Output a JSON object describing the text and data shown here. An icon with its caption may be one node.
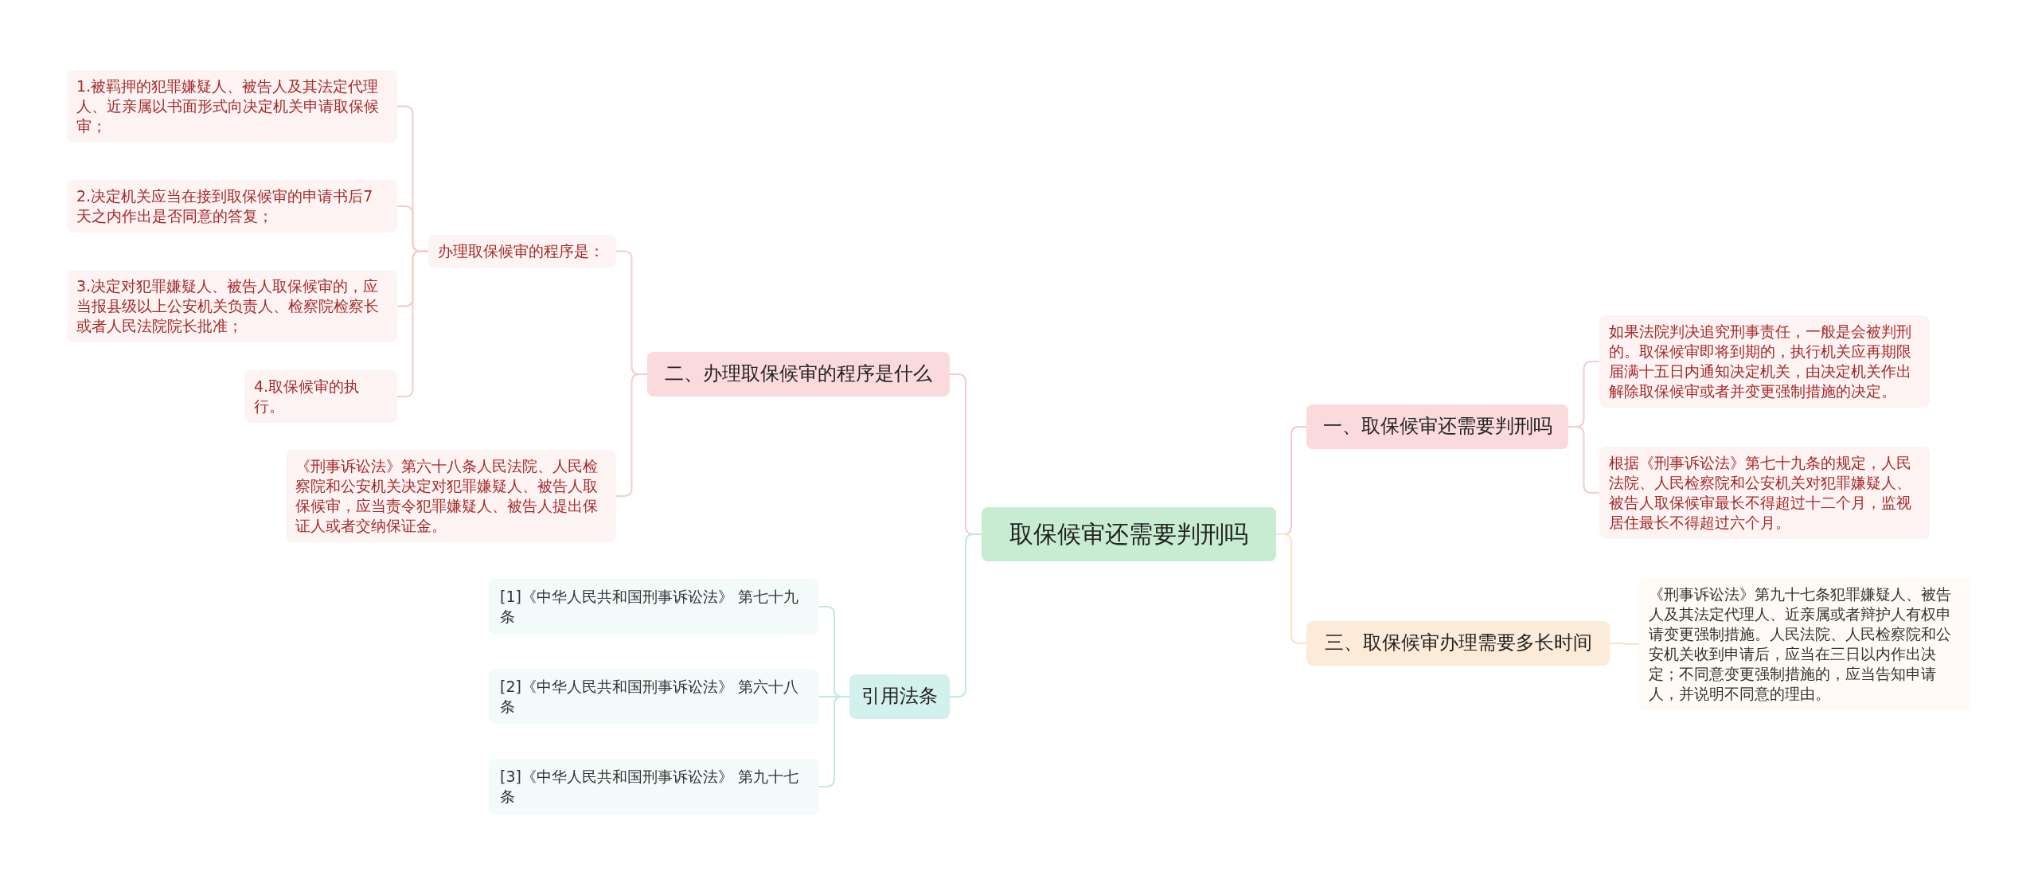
{
  "diagram": {
    "nodes": [
      {
        "text": [
          "取保候审还需要判刑吗"
        ]
      },
      {
        "text": [
          "二、办理取保候审的程序是什么"
        ]
      },
      {
        "text": [
          "办理取保候审的程序是："
        ]
      },
      {
        "text": [
          "1.被羁押的犯罪嫌疑人、被告人及其法定代理人、近亲属以书面形式向决定机关申请取保候审；"
        ]
      },
      {
        "text": [
          "2.决定机关应当在接到取保候审的申请书后7天之内作出是否同意的答复；"
        ]
      },
      {
        "text": [
          "3.决定对犯罪嫌疑人、被告人取保候审的，应当报县级以上公安机关负责人、检察院检察长或者人民法院院长批准；"
        ]
      },
      {
        "text": [
          "4.取保候审的执行。"
        ]
      },
      {
        "text": [
          "《刑事诉讼法》第六十八条人民法院、人民检察院和公安机关决定对犯罪嫌疑人、被告人取保候审，应当责令犯罪嫌疑人、被告人提出保证人或者交纳保证金。"
        ]
      },
      {
        "text": [
          "引用法条"
        ]
      },
      {
        "text": [
          "[1]《中华人民共和国刑事诉讼法》 第七十九条"
        ]
      },
      {
        "text": [
          "[2]《中华人民共和国刑事诉讼法》 第六十八条"
        ]
      },
      {
        "text": [
          "[3]《中华人民共和国刑事诉讼法》 第九十七条"
        ]
      },
      {
        "text": [
          "一、取保候审还需要判刑吗"
        ]
      },
      {
        "text": [
          "如果法院判决追究刑事责任，一般是会被判刑的。取保候审即将到期的，执行机关应再期限届满十五日内通知决定机关，由决定机关作出解除取保候审或者并变更强制措施的决定。"
        ]
      },
      {
        "text": [
          "根据《刑事诉讼法》第七十九条的规定，人民法院、人民检察院和公安机关对犯罪嫌疑人、被告人取保候审最长不得超过十二个月，监视居住最长不得超过六个月。"
        ]
      },
      {
        "text": [
          "三、取保候审办理需要多长时间"
        ]
      },
      {
        "text": [
          "《刑事诉讼法》第九十七条犯罪嫌疑人、被告人及其法定代理人、近亲属或者辩护人有权申请变更强制措施。人民法院、人民检察院和公安机关收到申请后，应当在三日以内作出决定；不同意变更强制措施的，应当告知申请人，并说明不同意的理由。"
        ]
      }
    ],
    "edges": [
      {
        "from": 0,
        "to": 1,
        "arrow": "none"
      },
      {
        "from": 1,
        "to": 2,
        "arrow": "none"
      },
      {
        "from": 2,
        "to": 3,
        "arrow": "none"
      },
      {
        "from": 2,
        "to": 4,
        "arrow": "none"
      },
      {
        "from": 2,
        "to": 5,
        "arrow": "none"
      },
      {
        "from": 2,
        "to": 6,
        "arrow": "none"
      },
      {
        "from": 1,
        "to": 7,
        "arrow": "none"
      },
      {
        "from": 0,
        "to": 8,
        "arrow": "none",
        "color": "#bfe9e2"
      },
      {
        "from": 8,
        "to": 9,
        "arrow": "none",
        "color": "#bfe9e2"
      },
      {
        "from": 8,
        "to": 10,
        "arrow": "none",
        "color": "#bfe9e2"
      },
      {
        "from": 8,
        "to": 11,
        "arrow": "none",
        "color": "#bfe9e2"
      },
      {
        "from": 0,
        "to": 12,
        "arrow": "none"
      },
      {
        "from": 12,
        "to": 13,
        "arrow": "none"
      },
      {
        "from": 12,
        "to": 14,
        "arrow": "none"
      },
      {
        "from": 0,
        "to": 15,
        "arrow": "none",
        "color": "#fde3c6"
      },
      {
        "from": 15,
        "to": 16,
        "arrow": "none",
        "color": "#fde3c6"
      }
    ]
  }
}
